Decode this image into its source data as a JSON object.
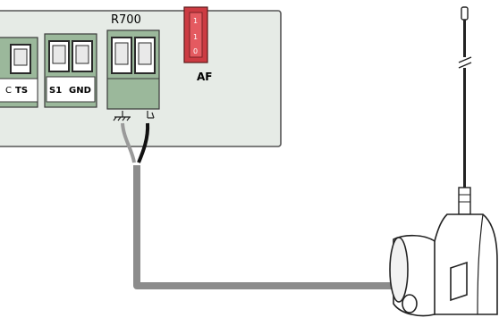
{
  "board": {
    "model_label": "R700",
    "jumper_label": "AF",
    "jumper_pins": [
      "1",
      "1",
      "0"
    ]
  },
  "terminals": {
    "left_label_a": "C",
    "left_label_b": "TS",
    "pair_label_a": "S1",
    "pair_label_b": "GND"
  },
  "colors": {
    "board_fill": "#e6ebe6",
    "terminal_fill": "#9bb89b",
    "jumper_fill": "#cc3b42",
    "cable_gray": "#8c8c8c",
    "wire_black": "#111111",
    "antenna_body": "#ffffff"
  }
}
